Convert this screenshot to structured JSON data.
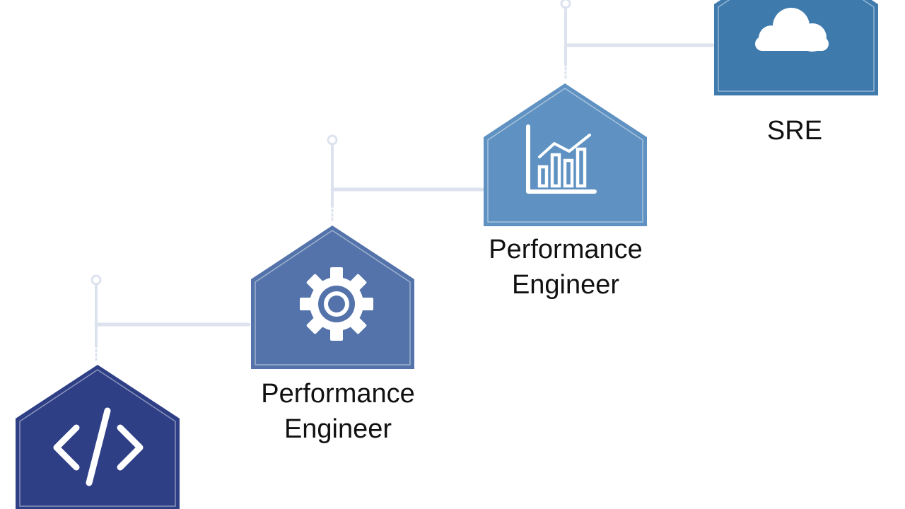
{
  "colors": {
    "background": "#ffffff",
    "connector": "#dde3ee",
    "stage_1": "#2e3f86",
    "stage_2": "#5373aa",
    "stage_3": "#5f92c2",
    "stage_4": "#3f7aad",
    "icon": "#ffffff",
    "label_text": "#111111"
  },
  "stages": [
    {
      "icon": "code-brackets-icon",
      "label_lines": []
    },
    {
      "icon": "gear-icon",
      "label_lines": [
        "Performance",
        "Engineer"
      ]
    },
    {
      "icon": "bar-chart-trend-icon",
      "label_lines": [
        "Performance",
        "Engineer"
      ]
    },
    {
      "icon": "cloud-icon",
      "label_lines": [
        "SRE"
      ]
    }
  ]
}
